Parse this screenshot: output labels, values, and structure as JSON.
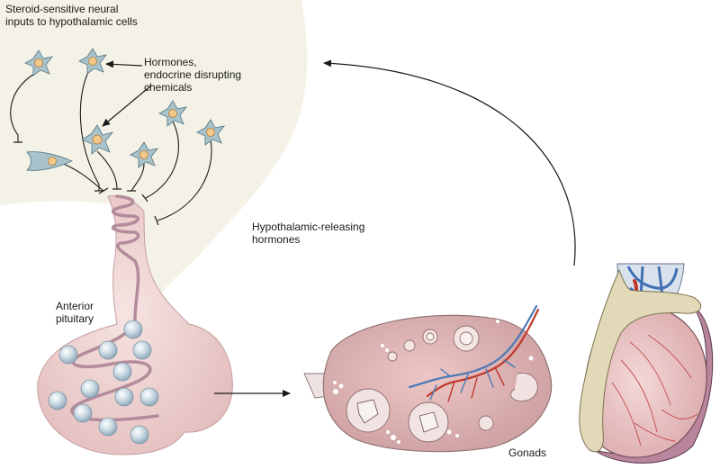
{
  "labels": {
    "steroid_inputs": [
      "Steroid-sensitive neural",
      "inputs to hypothalamic cells"
    ],
    "hormones": [
      "Hormones,",
      "endocrine disrupting",
      "chemicals"
    ],
    "releasing_hormones": [
      "Hypothalamic-releasing",
      "hormones"
    ],
    "anterior_pituitary": [
      "Anterior",
      "pituitary"
    ],
    "gonads": "Gonads"
  },
  "colors": {
    "hypothalamus_fill": "#f4f2e6",
    "neuron_body": "#a9c3cc",
    "neuron_nucleus": "#f3c98b",
    "pituitary_fill": "#ecd0cf",
    "portal_vessel": "#b48b9a",
    "pituitary_cell": "#c9d9e3",
    "ovary_fill": "#dfb3b3",
    "artery": "#c0392b",
    "vein": "#4a78b5",
    "testis_fill": "#ecc5c6",
    "epididymis": "#e1d9b8",
    "outline": "#2b2b2b"
  }
}
